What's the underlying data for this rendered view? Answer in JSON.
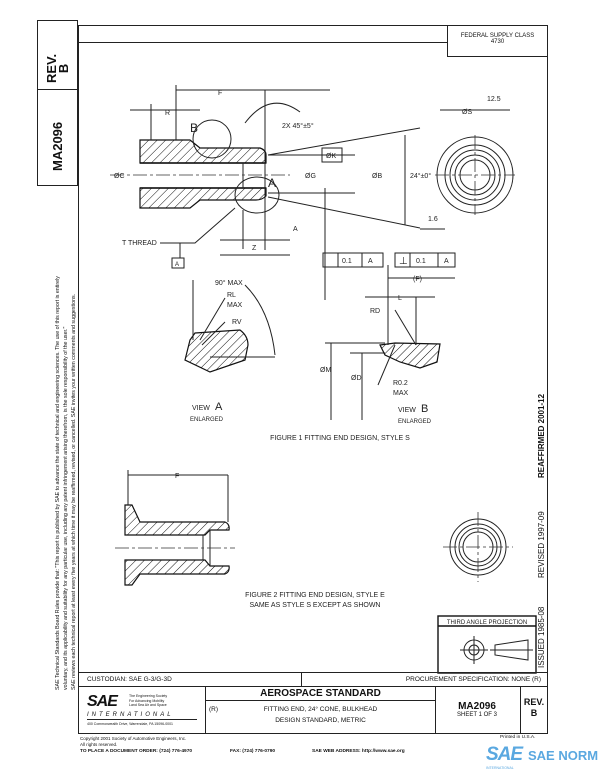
{
  "side_block": {
    "doc_number": "MA2096",
    "rev_label": "REV.",
    "rev": "B"
  },
  "side_notes": {
    "line1": "SAE Technical Standards Board Rules provide that: \"This report is published by SAE to advance the state of technical and engineering sciences. The use of this report is entirely",
    "line2": "voluntary, and its applicability and suitability for any particular use, including any patent infringement arising therefrom, is the sole responsibility of the user.\"",
    "line3": "SAE reviews each technical report at least every five years at which time it may be reaffirmed, revised, or cancelled. SAE invites your written comments and suggestions."
  },
  "header": {
    "federal_supply_class_label": "FEDERAL SUPPLY CLASS",
    "federal_supply_class": "4730"
  },
  "dates": {
    "issued": "ISSUED 1985-08",
    "revised": "REVISED 1997-09",
    "reaffirmed": "REAFFIRMED 2001-12"
  },
  "figure1": {
    "labels": {
      "F": "F",
      "R": "R",
      "B": "B",
      "A": "A",
      "chamfer": "2X 45°±5°",
      "roughness1": "12.5",
      "dia_s": "ØS",
      "dia_c": "ØC",
      "dia_g": "ØG",
      "dia_k": "ØK",
      "dia_b": "ØB",
      "angle": "24°±0°",
      "roughness2": "1.6",
      "a_dim": "A",
      "z": "Z",
      "thread": "T THREAD",
      "datum": "A",
      "runout_tol": "0.1",
      "runout_datum": "A",
      "perp_tol": "0.1",
      "perp_datum": "A"
    },
    "view_a": {
      "angle": "90° MAX",
      "rl": "RL",
      "rl_max": "MAX",
      "rv": "RV",
      "title": "VIEW",
      "letter": "A",
      "sub": "ENLARGED"
    },
    "view_b": {
      "paren_f": "(F)",
      "l": "L",
      "rd": "RD",
      "dia_m": "ØM",
      "dia_d": "ØD",
      "r02": "R0.2",
      "r02_max": "MAX",
      "title": "VIEW",
      "letter": "B",
      "sub": "ENLARGED"
    },
    "caption": "FIGURE 1 FITTING END DESIGN, STYLE S"
  },
  "figure2": {
    "F": "F",
    "caption1": "FIGURE 2 FITTING END DESIGN, STYLE E",
    "caption2": "SAME AS STYLE S EXCEPT AS SHOWN"
  },
  "projection": {
    "label": "THIRD ANGLE PROJECTION"
  },
  "title_block": {
    "custodian": "CUSTODIAN:  SAE G-3/G-3D",
    "procurement": "PROCUREMENT SPECIFICATION:  NONE (R)",
    "sae_tagline1": "The Engineering Society",
    "sae_tagline2": "For Advancing Mobility",
    "sae_tagline3": "Land Sea Air and Space",
    "sae_international": "INTERNATIONAL",
    "sae_address": "400 Commonwealth Drive, Warrendale, PA 15096-0001",
    "heading": "AEROSPACE STANDARD",
    "r_mark": "(R)",
    "title1": "FITTING END, 24° CONE, BULKHEAD",
    "title2": "DESIGN STANDARD, METRIC",
    "doc_number": "MA2096",
    "sheet": "SHEET 1 OF 3",
    "rev_label": "REV.",
    "rev": "B"
  },
  "footer": {
    "copyright": "Copyright 2001 Society of Automotive Engineers, Inc.",
    "rights": "All rights reserved.",
    "order": "TO PLACE A DOCUMENT ORDER:   (724) 776-4970",
    "fax": "FAX: (724) 776-0790",
    "web": "SAE WEB ADDRESS:   http://www.sae.org",
    "printed": "Printed in U.S.A."
  },
  "watermark": {
    "brand": "SAE NORM",
    "sub": "INTERNATIONAL",
    "color": "#5aa8e0"
  }
}
